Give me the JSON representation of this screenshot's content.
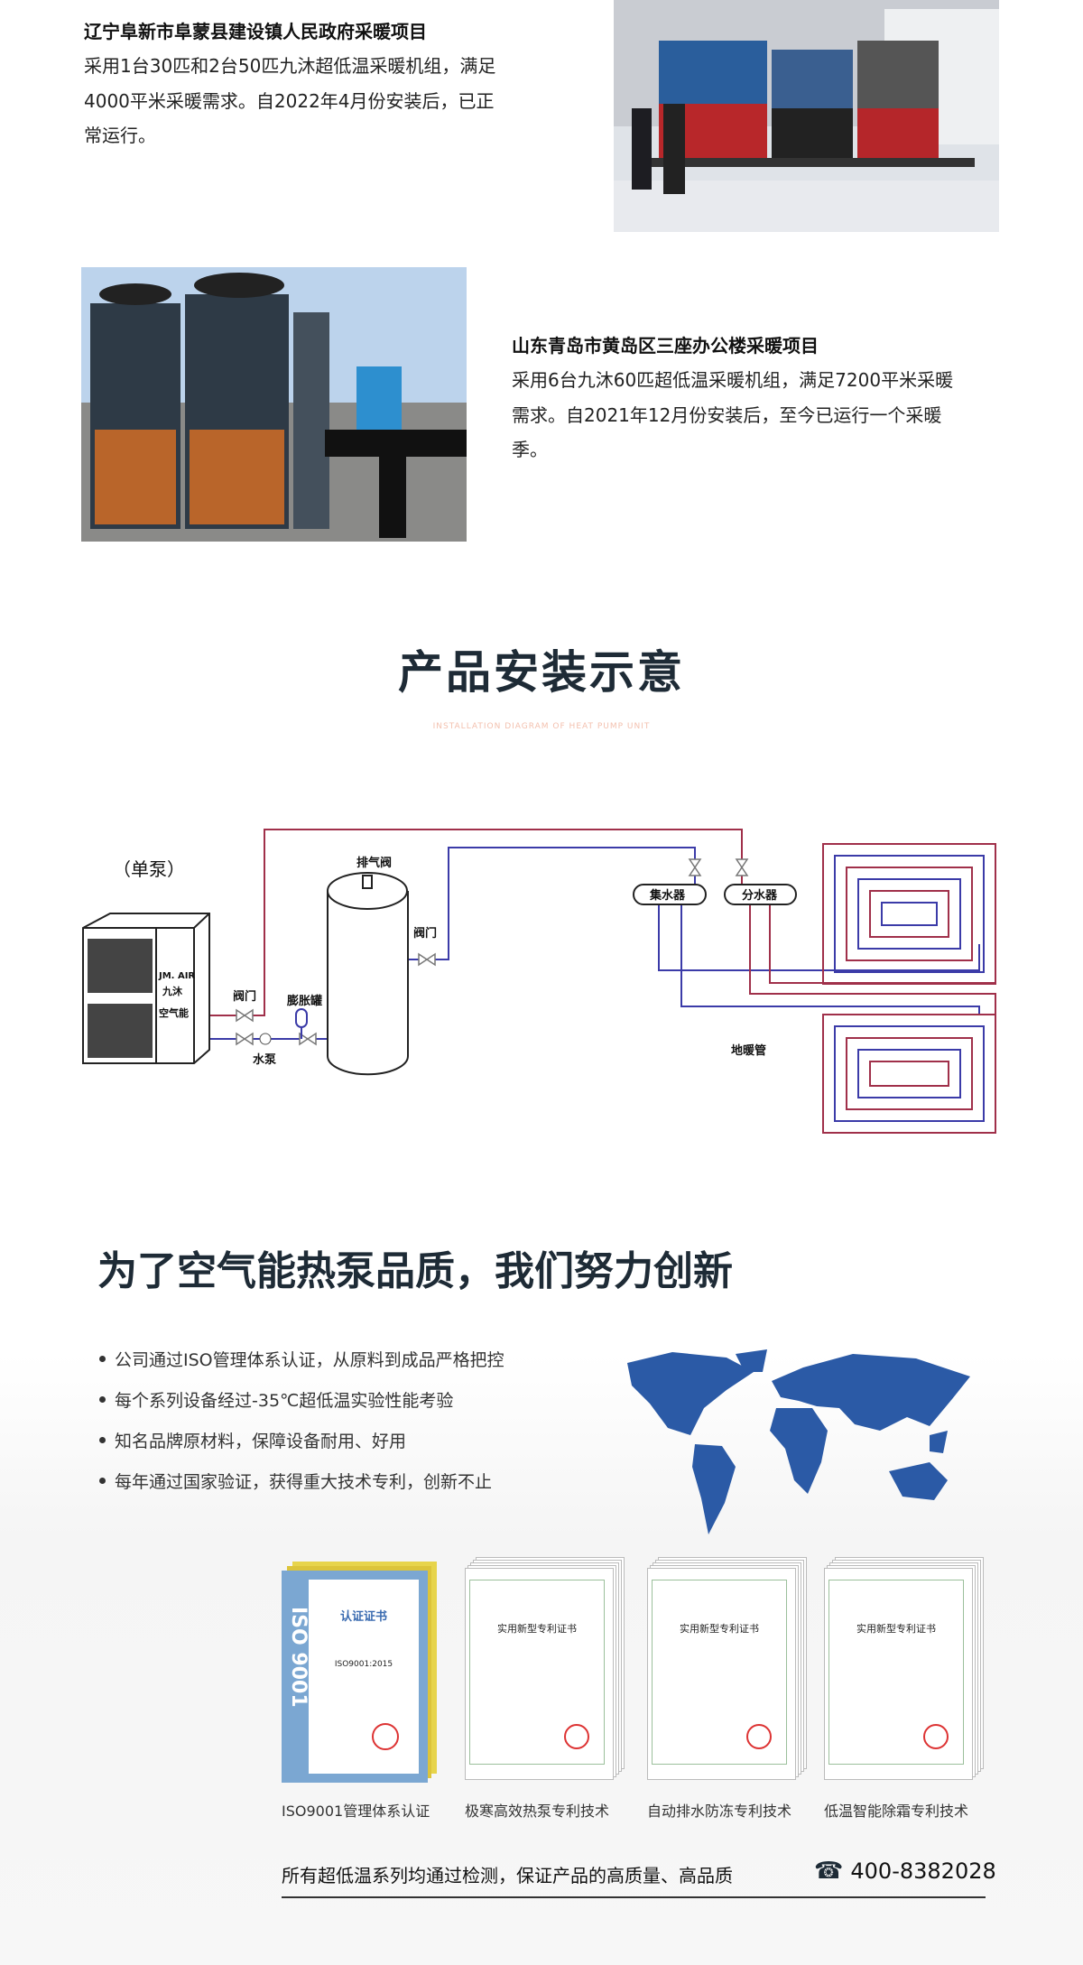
{
  "projects": [
    {
      "title": "辽宁阜新市阜蒙县建设镇人民政府采暖项目",
      "lines": [
        "采用1台30匹和2台50匹九沐超低温采暖机组，满足",
        "4000平米采暖需求。自2022年4月份安装后，已正",
        "常运行。"
      ]
    },
    {
      "title": "山东青岛市黄岛区三座办公楼采暖项目",
      "lines": [
        "采用6台九沐60匹超低温采暖机组，满足7200平米采暖",
        "需求。自2021年12月份安装后，至今已运行一个采暖",
        "季。"
      ]
    }
  ],
  "install": {
    "title": "产品安装示意",
    "subtitle": "INSTALLATION DIAGRAM OF HEAT PUMP UNIT"
  },
  "diagram": {
    "single_pump": "（单泵）",
    "brand": "JM. AIR",
    "brand_cn": "九沐",
    "brand_cn2": "空气能",
    "valve": "阀门",
    "pump": "水泵",
    "expansion_tank": "膨胀罐",
    "vent_valve": "排气阀",
    "valve2": "阀门",
    "collector": "集水器",
    "distributor": "分水器",
    "floor_pipe": "地暖管"
  },
  "quality": {
    "title": "为了空气能热泵品质，我们努力创新",
    "bullets": [
      "公司通过ISO管理体系认证，从原料到成品严格把控",
      "每个系列设备经过-35℃超低温实验性能考验",
      "知名品牌原材料，保障设备耐用、好用",
      "每年通过国家验证，获得重大技术专利，创新不止"
    ]
  },
  "certs": [
    {
      "caption": "ISO9001管理体系认证",
      "header": "认证证书",
      "std": "ISO9001:2015",
      "side": "ISO 9001"
    },
    {
      "caption": "极寒高效热泵专利技术",
      "header": "实用新型专利证书"
    },
    {
      "caption": "自动排水防冻专利技术",
      "header": "实用新型专利证书"
    },
    {
      "caption": "低温智能除霜专利技术",
      "header": "实用新型专利证书"
    }
  ],
  "footer": {
    "slogan": "所有超低温系列均通过检测，保证产品的高质量、高品质",
    "phone": "400-8382028"
  },
  "colors": {
    "hot": "#a0304a",
    "cold": "#3b3ba8",
    "title": "#1e2b36",
    "map": "#2b5aa6"
  }
}
